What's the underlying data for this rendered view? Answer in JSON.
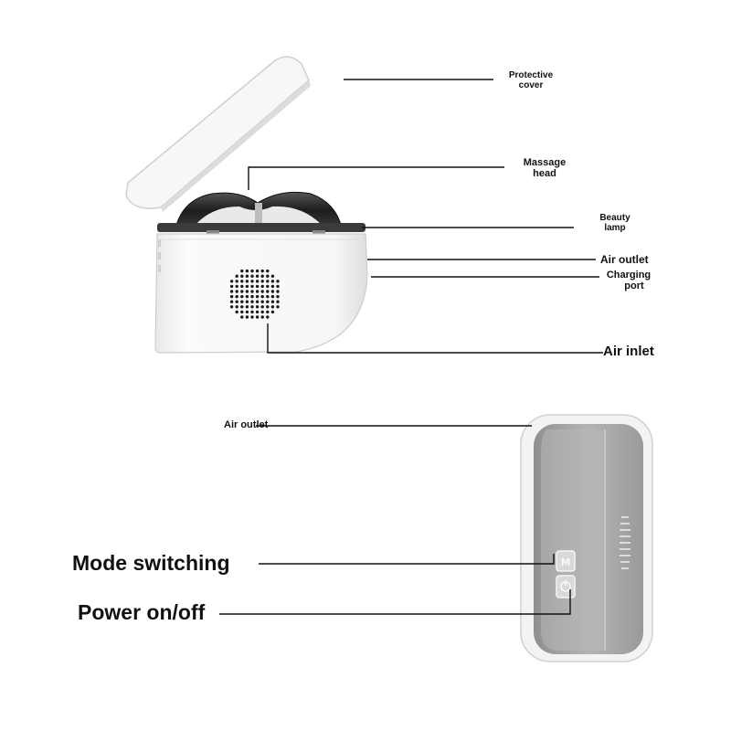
{
  "colors": {
    "line": "#111111",
    "shell": "#f4f4f4",
    "shell_edge": "#c9c9c9",
    "panel_gray": "#a9a9a9",
    "dark_head": "#2a2a2a"
  },
  "top_device": {
    "labels": {
      "protective_cover": [
        "Protective",
        "cover"
      ],
      "massage_head": [
        "Massage",
        "head"
      ],
      "beauty_lamp": [
        "Beauty",
        "lamp"
      ],
      "air_outlet": "Air outlet",
      "charging_port": [
        "Charging",
        "port"
      ],
      "air_inlet": "Air inlet"
    }
  },
  "bottom_device": {
    "labels": {
      "air_outlet": "Air outlet",
      "mode_switching": "Mode switching",
      "power_on_off": "Power on/off"
    }
  }
}
